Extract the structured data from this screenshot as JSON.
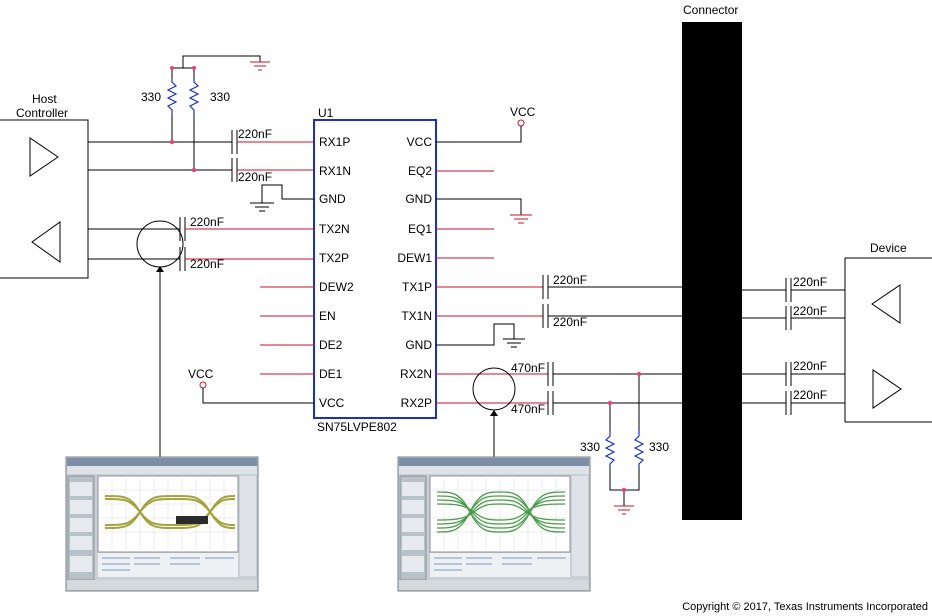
{
  "labels": {
    "connector": "Connector",
    "host": "Host",
    "controller": "Controller",
    "device": "Device",
    "u1": "U1",
    "part": "SN75LVPE802",
    "vcc_top": "VCC",
    "vcc_left": "VCC",
    "r_host_left": "330",
    "r_host_right": "330",
    "r_dev_left": "330",
    "r_dev_right": "330",
    "copyright": "Copyright © 2017, Texas Instruments Incorporated"
  },
  "pins_left": [
    "RX1P",
    "RX1N",
    "GND",
    "TX2N",
    "TX2P",
    "DEW2",
    "EN",
    "DE2",
    "DE1",
    "VCC"
  ],
  "pins_right": [
    "VCC",
    "EQ2",
    "GND",
    "EQ1",
    "DEW1",
    "TX1P",
    "TX1N",
    "GND",
    "RX2N",
    "RX2P"
  ],
  "caps": {
    "host_rx1p": "220nF",
    "host_rx1n": "220nF",
    "host_tx2n": "220nF",
    "host_tx2p": "220nF",
    "tx1p": "220nF",
    "tx1n": "220nF",
    "rx2n": "470nF",
    "rx2p": "470nF",
    "dev_1": "220nF",
    "dev_2": "220nF",
    "dev_3": "220nF",
    "dev_4": "220nF"
  },
  "colors": {
    "ic_outline": "#1a2fc8",
    "wire": "#c8102e",
    "junction": "#e0457b",
    "eye_left": "#9b9b2a",
    "eye_right": "#2e8b2e"
  }
}
